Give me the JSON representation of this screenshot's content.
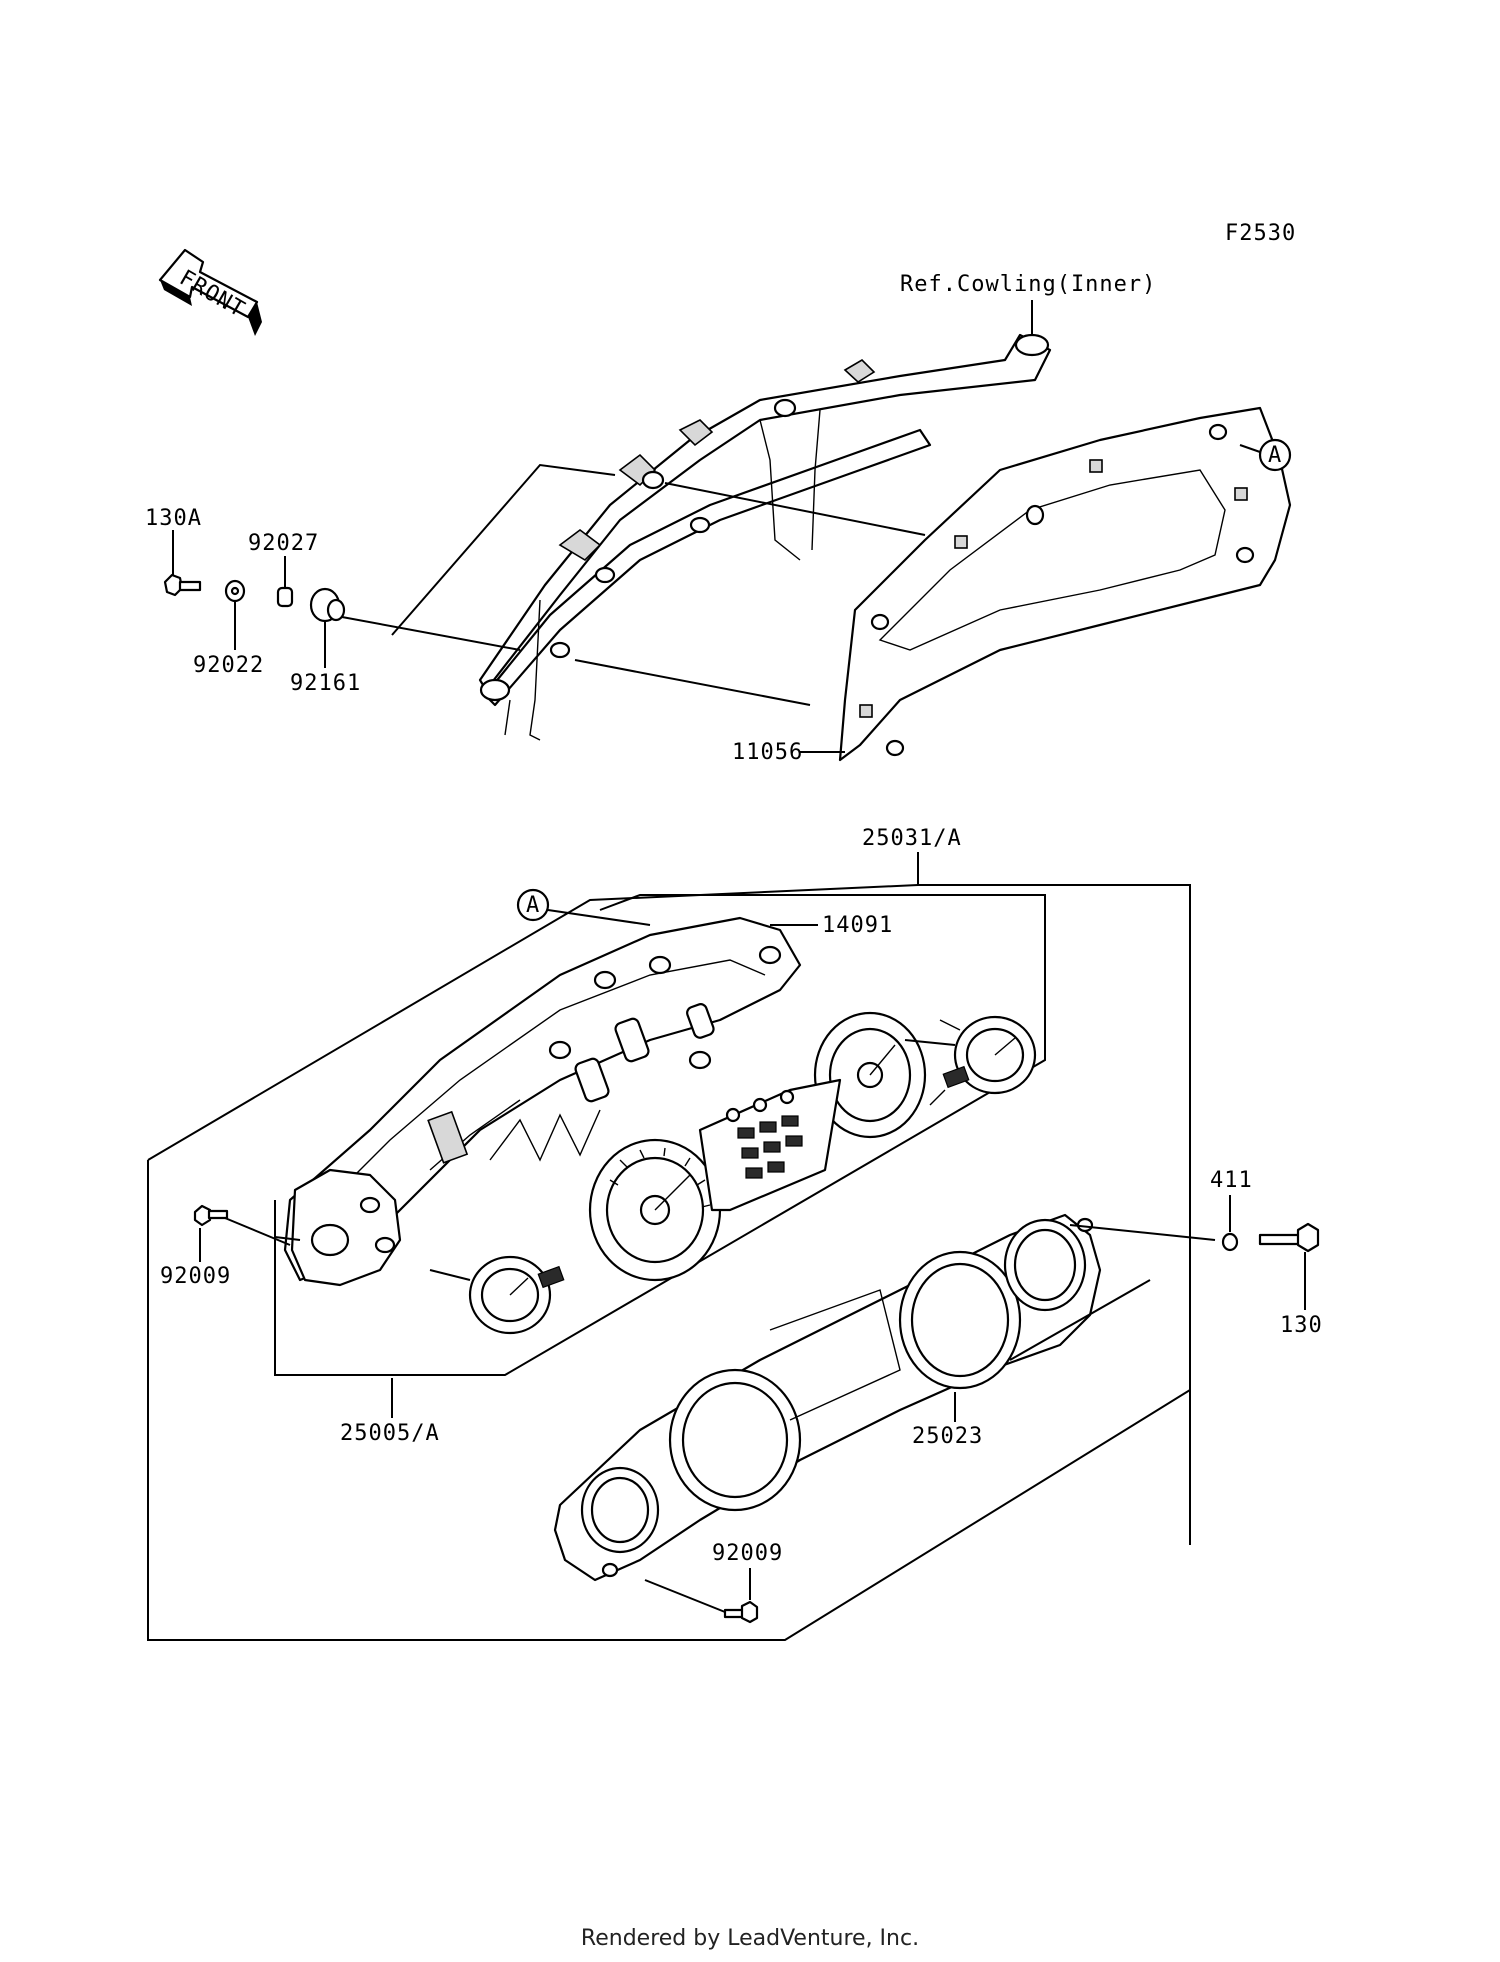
{
  "figure_code": "F2530",
  "front_label": "FRONT",
  "ref_note": "Ref.Cowling(Inner)",
  "callout_a_top": "A",
  "callout_a_bottom": "A",
  "parts": {
    "p130A": "130A",
    "p92027": "92027",
    "p92022": "92022",
    "p92161": "92161",
    "p11056": "11056",
    "p25031A": "25031/A",
    "p14091": "14091",
    "p411": "411",
    "p92009_left": "92009",
    "p130": "130",
    "p25005A": "25005/A",
    "p25023": "25023",
    "p92009_bottom": "92009"
  },
  "footer": "Rendered by LeadVenture, Inc."
}
